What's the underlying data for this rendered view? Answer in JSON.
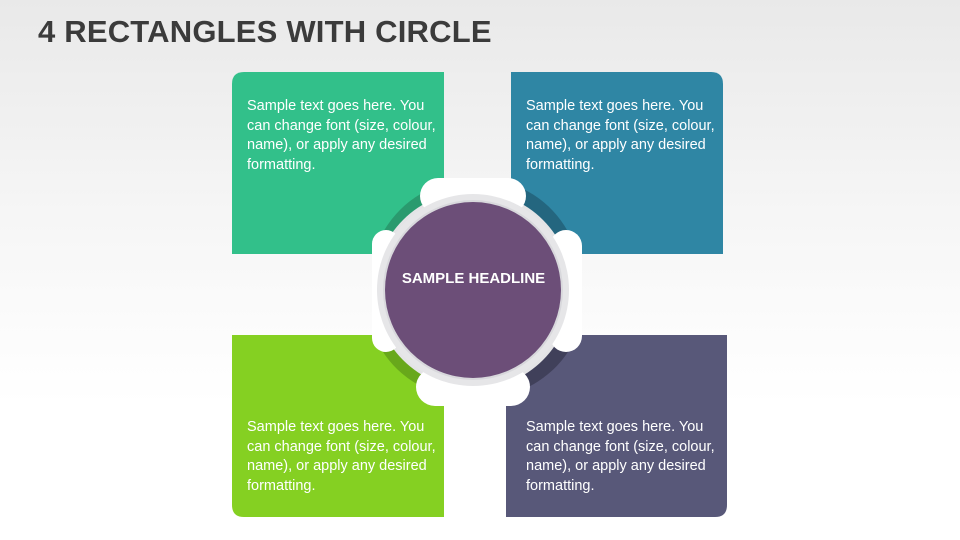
{
  "slide": {
    "title": "4 RECTANGLES WITH CIRCLE"
  },
  "diagram": {
    "headline": "SAMPLE HEADLINE",
    "boxes": [
      {
        "position": "top-left",
        "color": "#32c08a",
        "text": "Sample text goes here. You can change font (size, colour, name), or apply any desired formatting."
      },
      {
        "position": "top-right",
        "color": "#2f86a4",
        "text": "Sample text goes here. You can change font (size, colour, name), or apply any desired formatting."
      },
      {
        "position": "bottom-left",
        "color": "#85d022",
        "text": "Sample text goes here. You can change font (size, colour, name), or apply any desired formatting."
      },
      {
        "position": "bottom-right",
        "color": "#585879",
        "text": "Sample text goes here. You can change font (size, colour, name), or apply any desired formatting."
      }
    ],
    "center_color": "#6c4e78"
  }
}
